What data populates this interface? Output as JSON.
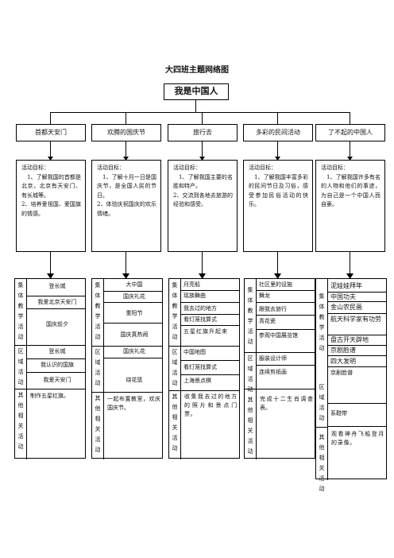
{
  "title": "大四班主题网络图",
  "main_topic": "我是中国人",
  "categories": [
    {
      "label": "首都天安门",
      "goal_heading": "活动目标：",
      "goals": [
        "1、了解我国的首都是北京，北京有天安门、有长城等。",
        "2、培养爱祖国、爱国旗的情感。"
      ]
    },
    {
      "label": "欢腾的国庆节",
      "goal_heading": "活动目标：",
      "goals": [
        "1、了解十月一日是国庆节，是全国人民的节日。",
        "2、体验庆祝国庆的欢乐情绪。"
      ]
    },
    {
      "label": "旅行去",
      "goal_heading": "活动目标：",
      "goals": [
        "1、了解我国主要的名胜和特产。",
        "2、交流到各地去旅游的经验和感受。"
      ]
    },
    {
      "label": "多彩的民间活动",
      "goal_heading": "活动目标：",
      "goals": [
        "1、了解我国丰富多彩的民间节日及习俗，感受参加民俗活动的快乐。"
      ]
    },
    {
      "label": "了不起的中国人",
      "goal_heading": "活动目标：",
      "goals": [
        "1、了解我国许多有名的人物和他们的事迹，为自己是一个中国人而自豪。"
      ]
    }
  ],
  "section_labels": {
    "collective": [
      "集",
      "体",
      "教",
      "学",
      "活",
      "动"
    ],
    "area": [
      "区",
      "域",
      "活",
      "动"
    ],
    "other": [
      "其",
      "他",
      "相",
      "关",
      "活",
      "动"
    ]
  },
  "columns": [
    {
      "collective": [
        "登长城",
        "我爱北京天安门",
        "国庆前夕"
      ],
      "area": [
        "登长城",
        "我认识的国旗",
        "我爱天安门"
      ],
      "other": "制作五星红旗。"
    },
    {
      "collective": [
        "大中国",
        "国庆礼花",
        "重阳节",
        "国庆真热闹"
      ],
      "area": [
        "国庆礼花",
        "绕花篮"
      ],
      "other": "一起布置教室，欢庆国庆节。"
    },
    {
      "collective": [
        "月亮船",
        "瑶族舞曲",
        "我去过的地方",
        "看灯笼找算式",
        "五星红旗升起来"
      ],
      "area": [
        "中国地图",
        "看灯笼找算式",
        "上海景点棋"
      ],
      "other": "收集我去过的地方的照片和景点门票。"
    },
    {
      "collective": [
        "社区里的设施",
        "舞龙",
        "跟我去旅行",
        "青花瓷",
        "参观中国展览馆"
      ],
      "area": [
        "服装设计师",
        "连续剪纸画"
      ],
      "other": "完成十二生肖调查表。"
    },
    {
      "collective": [
        "泥娃娃拜年",
        "中国功夫",
        "金山农民画",
        "航天科学家有功劳",
        "盘古开天辟地",
        "京剧脸谱",
        "四大发明"
      ],
      "area": [
        "京剧脸谱",
        "系鞋带"
      ],
      "other": "观看神舟飞船登月的录像。"
    }
  ]
}
